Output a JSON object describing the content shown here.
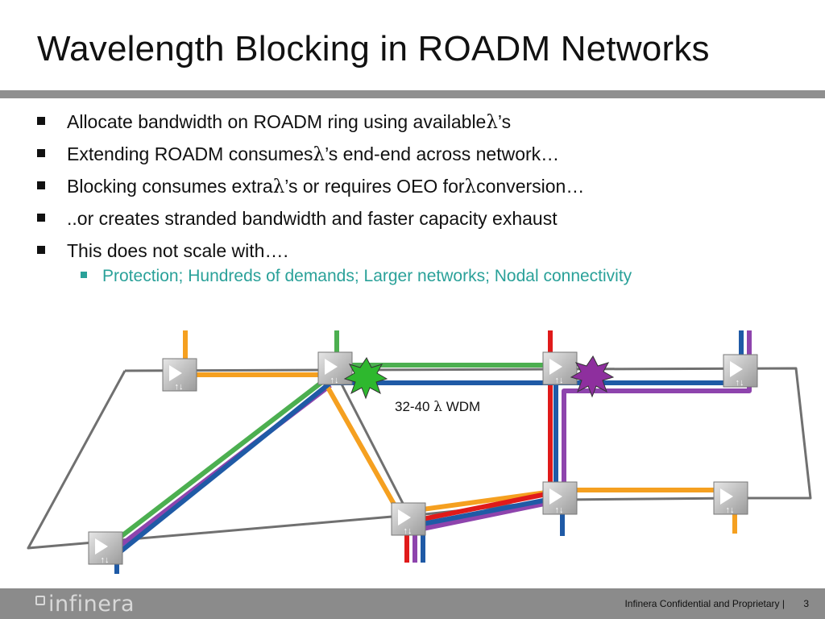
{
  "slide": {
    "title": "Wavelength Blocking in ROADM Networks"
  },
  "bullets": [
    {
      "text_before": "Allocate bandwidth on ROADM ring using available ",
      "lambda": "λ",
      "text_after": "’s"
    },
    {
      "text_before": "Extending ROADM consumes ",
      "lambda": "λ",
      "text_after": "’s end-end across network…"
    },
    {
      "text_before": "Blocking consumes extra ",
      "lambda": "λ",
      "text_middle": "’s or requires OEO for ",
      "lambda2": "λ",
      "text_after": " conversion…"
    },
    {
      "text": "..or creates stranded bandwidth and faster capacity exhaust"
    },
    {
      "text": "This does not scale with…."
    }
  ],
  "sub_bullets": [
    {
      "text": "Protection; Hundreds of demands; Larger networks; Nodal connectivity"
    }
  ],
  "diagram": {
    "label_prefix": "32-40 ",
    "label_lambda": "λ",
    "label_suffix": " WDM",
    "node_symbol": "↑↓",
    "colors": {
      "fiber": "#707070",
      "orange": "#f5a020",
      "green": "#4caf50",
      "blue": "#1f5aa6",
      "red": "#e01a1a",
      "purple": "#8e44ad",
      "burst_green": "#2eb82e",
      "burst_purple": "#8e2f9e"
    }
  },
  "footer": {
    "logo": "infinera",
    "confidential": "Infinera Confidential and Proprietary  |",
    "page": "3"
  }
}
